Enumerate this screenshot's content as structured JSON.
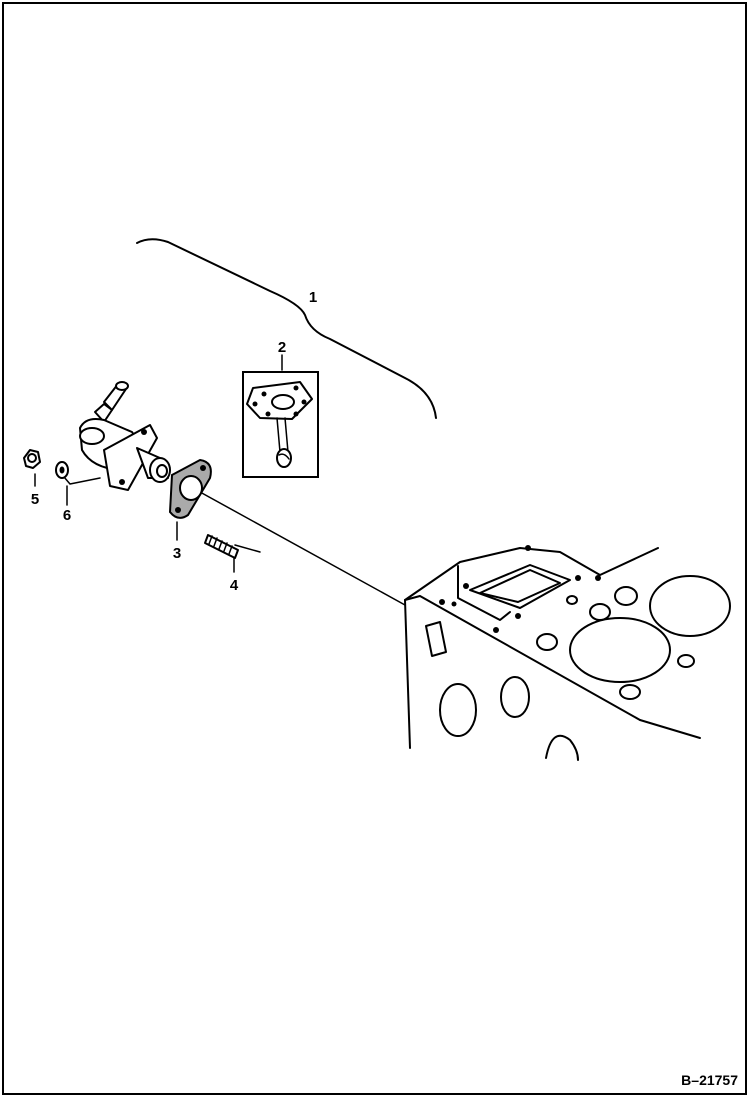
{
  "diagram": {
    "figure_id": "B–21757",
    "callouts": [
      {
        "id": "1",
        "label": "1"
      },
      {
        "id": "2",
        "label": "2"
      },
      {
        "id": "3",
        "label": "3"
      },
      {
        "id": "4",
        "label": "4"
      },
      {
        "id": "5",
        "label": "5"
      },
      {
        "id": "6",
        "label": "6"
      }
    ]
  }
}
